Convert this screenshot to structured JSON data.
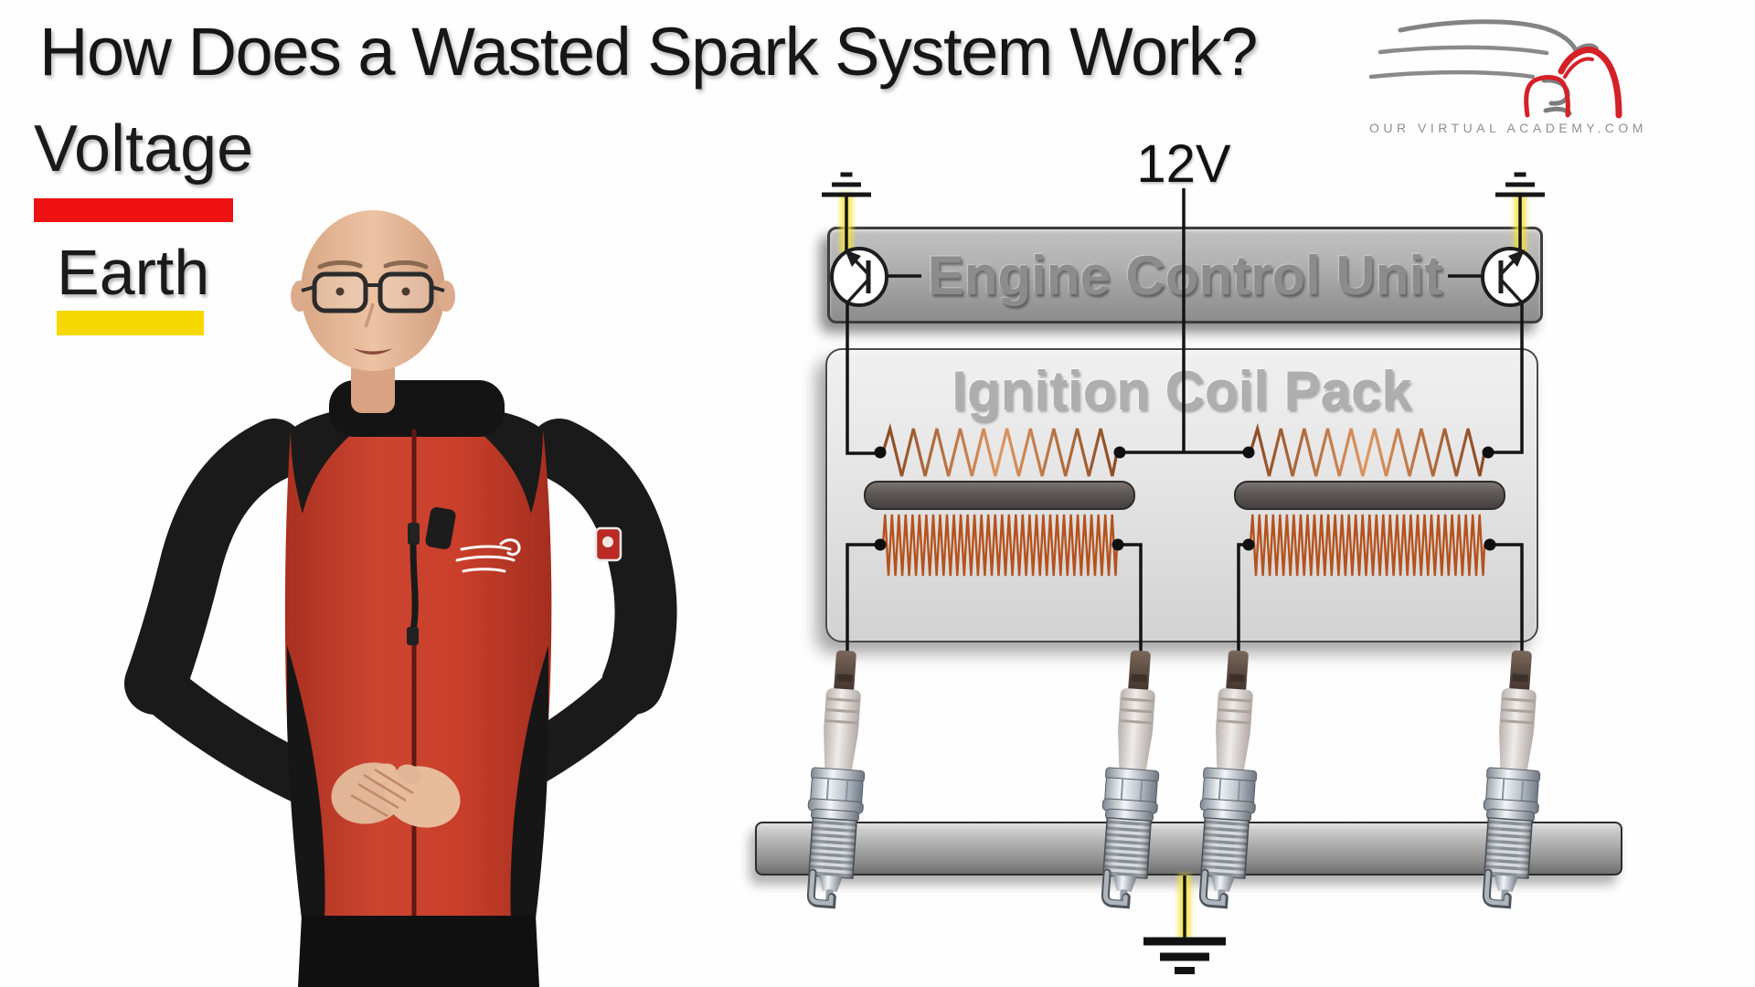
{
  "video": {
    "title": "How Does a Wasted Spark System Work?"
  },
  "legend": {
    "voltage": {
      "label": "Voltage",
      "color": "#ee1111"
    },
    "earth": {
      "label": "Earth",
      "color": "#f5d800"
    }
  },
  "logo": {
    "text": "OUR VIRTUAL ACADEMY.COM",
    "accent_color": "#d42027",
    "line_color": "#8f8f8f"
  },
  "diagram": {
    "supply_label": "12V",
    "ecu": {
      "label": "Engine Control Unit"
    },
    "coil_pack": {
      "label": "Ignition Coil Pack"
    },
    "colors": {
      "wire": "#141414",
      "earth_glow": "#f2e23a",
      "primary_winding": "#a85526",
      "secondary_winding": "#b5521d",
      "box_gray": "#a8a8a8"
    },
    "spark_plug_count": 4,
    "ground_symbol_count": 3,
    "transistor_count": 2
  }
}
